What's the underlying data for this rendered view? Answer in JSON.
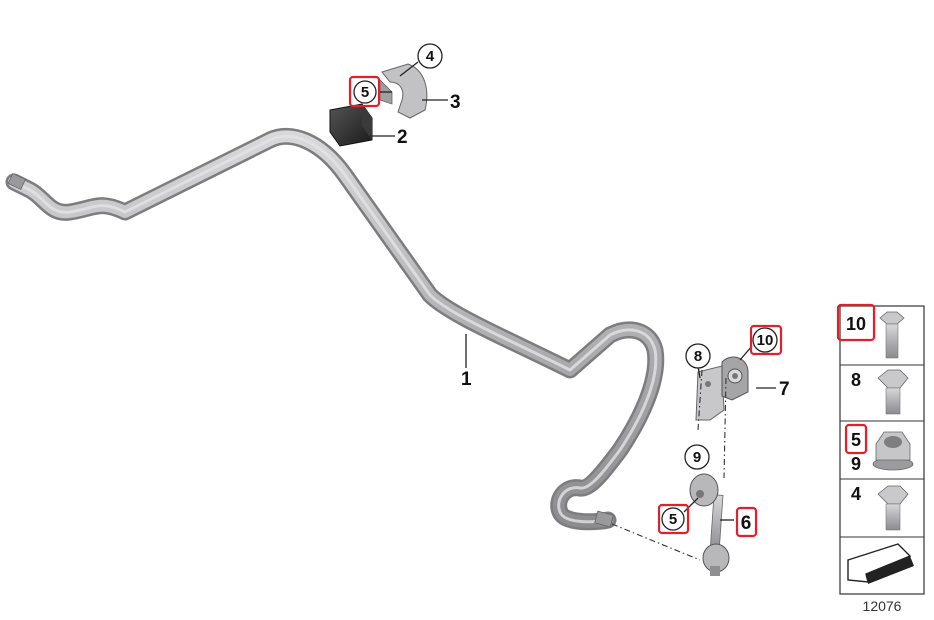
{
  "callouts": {
    "c1": "1",
    "c2": "2",
    "c3": "3",
    "c4": "4",
    "c5_top": "5",
    "c5_link": "5",
    "c6": "6",
    "c7": "7",
    "c8": "8",
    "c9": "9",
    "c10": "10"
  },
  "legend": {
    "row1": "10",
    "row2": "8",
    "row3_a": "5",
    "row3_b": "9",
    "row4": "4"
  },
  "diagram_number": "12076",
  "colors": {
    "highlight": "#e0202a",
    "bar": "#a9a9ab",
    "part_dark": "#2a2a2a"
  }
}
